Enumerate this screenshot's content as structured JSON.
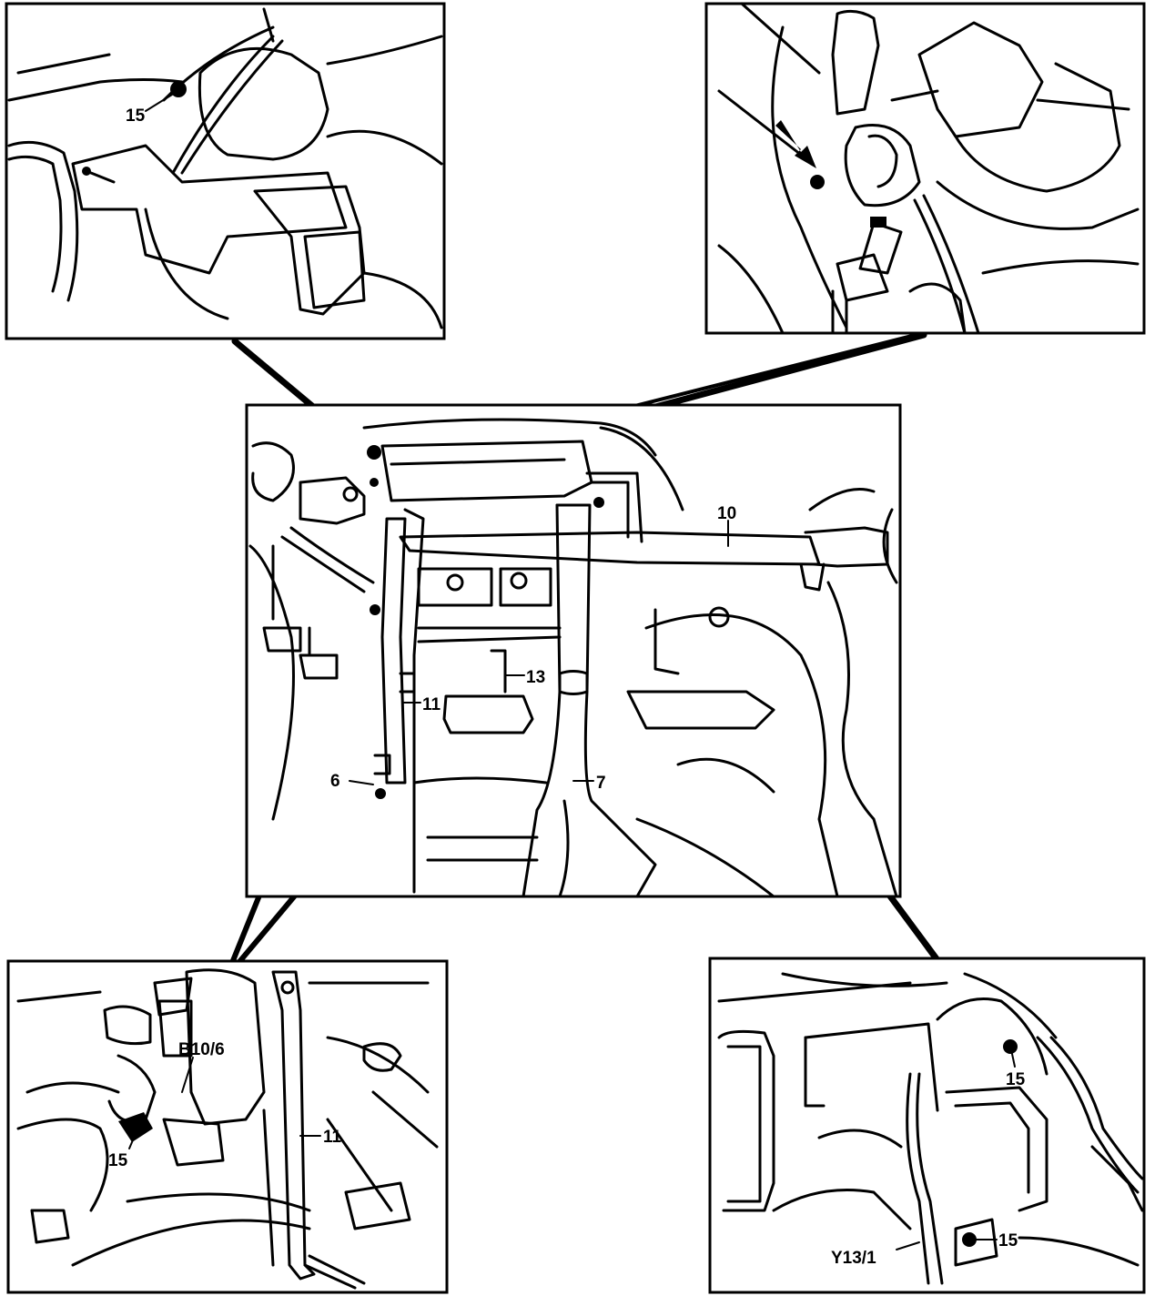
{
  "callouts": {
    "main": {
      "c10": "10",
      "c11": "11",
      "c13": "13",
      "c6": "6",
      "c7": "7"
    },
    "top_left": {
      "c15": "15"
    },
    "bottom_left": {
      "cB106": "B10/6",
      "c11": "11",
      "c15": "15"
    },
    "bottom_right": {
      "c15a": "15",
      "c15b": "15",
      "cY131": "Y13/1"
    }
  },
  "colors": {
    "ink": "#000000",
    "paper": "#ffffff"
  }
}
